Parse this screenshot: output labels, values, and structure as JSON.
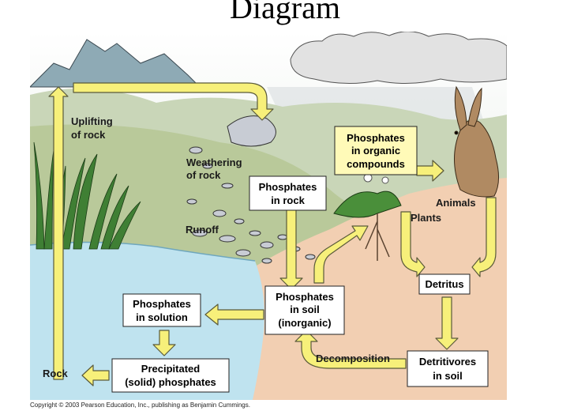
{
  "title": "Diagram",
  "labels": {
    "uplifting": [
      "Uplifting",
      "of rock"
    ],
    "weathering": [
      "Weathering",
      "of rock"
    ],
    "runoff": "Runoff",
    "animals": "Animals",
    "plants": "Plants",
    "decomposition": "Decomposition",
    "rock": "Rock"
  },
  "boxes": {
    "phosphates_in_rock": [
      "Phosphates",
      "in rock"
    ],
    "phosphates_organic": [
      "Phosphates",
      "in organic",
      "compounds"
    ],
    "phosphates_in_soil": [
      "Phosphates",
      "in soil",
      "(inorganic)"
    ],
    "phosphates_in_solution": [
      "Phosphates",
      "in solution"
    ],
    "precipitated": [
      "Precipitated",
      "(solid) phosphates"
    ],
    "detritus": [
      "Detritus"
    ],
    "detritivores": [
      "Detritivores",
      "in soil"
    ]
  },
  "copyright": "Copyright © 2003 Pearson Education, Inc., publishing as Benjamin Cummings.",
  "colors": {
    "arrow": "#f7f07a",
    "arrow_stroke": "#5a5a3a",
    "water": "#bfe3ef",
    "soil": "#f2cfb2",
    "grass": "#b9c99a",
    "box": "#ffffff",
    "organic_box": "#fffab8"
  }
}
